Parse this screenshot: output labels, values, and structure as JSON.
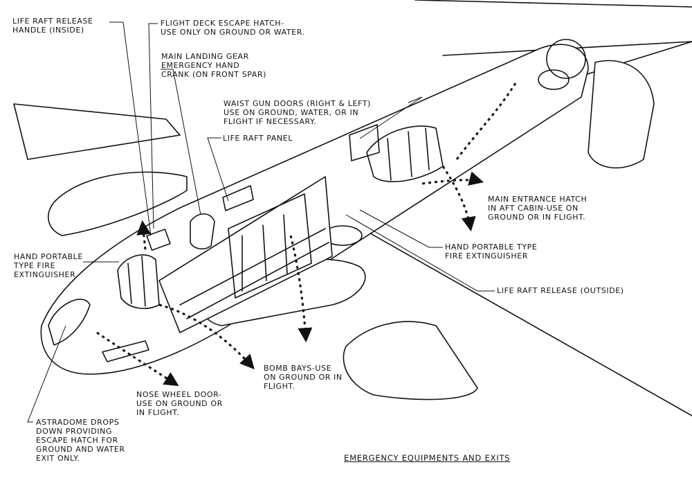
{
  "title": "EMERGENCY EQUIPMENTS AND EXITS",
  "callouts": {
    "life_raft_release_handle": "LIFE RAFT RELEASE\nHANDLE (INSIDE)",
    "flight_deck_hatch": "FLIGHT DECK ESCAPE HATCH-\nUSE ONLY ON GROUND OR WATER.",
    "landing_gear_crank": "MAIN LANDING GEAR\nEMERGENCY HAND\nCRANK (ON FRONT SPAR)",
    "waist_gun_doors": "WAIST GUN DOORS (RIGHT & LEFT)\nUSE ON GROUND, WATER, OR IN\nFLIGHT IF NECESSARY.",
    "life_raft_panel": "LIFE RAFT PANEL",
    "main_entrance_hatch": "MAIN ENTRANCE HATCH\nIN AFT CABIN-USE ON\nGROUND OR IN FLIGHT.",
    "fire_extinguisher_aft": "HAND PORTABLE TYPE\nFIRE EXTINGUISHER",
    "life_raft_release_outside": "LIFE RAFT RELEASE (OUTSIDE)",
    "fire_extinguisher_fwd": "HAND PORTABLE\nTYPE FIRE\nEXTINGUISHER",
    "bomb_bays": "BOMB BAYS-USE\nON GROUND OR IN\nFLIGHT.",
    "nose_wheel_door": "NOSE WHEEL DOOR-\nUSE ON GROUND OR\nIN FLIGHT.",
    "astradome": "ASTRADOME DROPS\nDOWN PROVIDING\nESCAPE HATCH FOR\nGROUND AND WATER\nEXIT ONLY."
  },
  "colors": {
    "ink": "#111111",
    "paper": "#ffffff"
  }
}
